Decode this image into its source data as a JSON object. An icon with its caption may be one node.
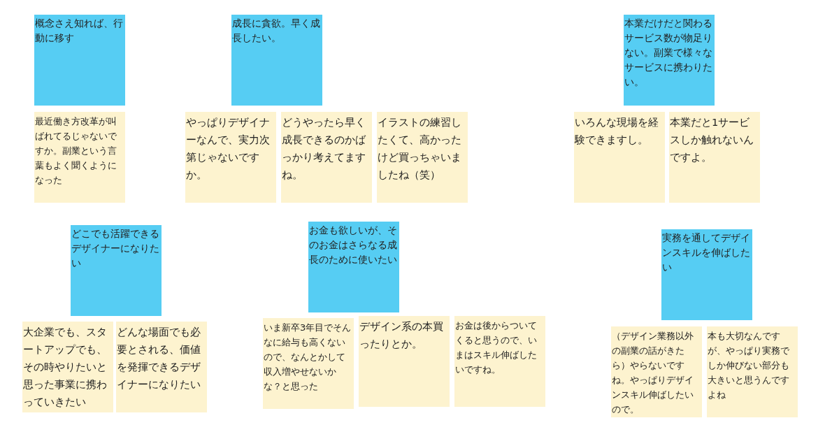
{
  "diagram": {
    "nodes": [
      {
        "text": [
          "概念さえ知れば、行動に移す"
        ]
      },
      {
        "text": [
          "最近働き方改革が叫ばれてるじゃないですか。副業という言葉もよく聞くようになった"
        ]
      },
      {
        "text": [
          "成長に貪欲。早く成長したい。"
        ]
      },
      {
        "text": [
          "やっぱりデザイナーなんで、実力次第じゃないですか。"
        ]
      },
      {
        "text": [
          "どうやったら早く成長できるのかばっかり考えてますね。"
        ]
      },
      {
        "text": [
          "イラストの練習したくて、高かったけど買っちゃいましたね（笑）"
        ]
      },
      {
        "text": [
          "本業だけだと関わるサービス数が物足りない。副業で様々なサービスに携わりたい。"
        ]
      },
      {
        "text": [
          "いろんな現場を経験できますし。"
        ]
      },
      {
        "text": [
          "本業だと1サービスしか触れないんですよ。"
        ]
      },
      {
        "text": [
          "どこでも活躍できるデザイナーになりたい"
        ]
      },
      {
        "text": [
          "大企業でも、スタートアップでも、その時やりたいと思った事業に携わっていきたい"
        ]
      },
      {
        "text": [
          "どんな場面でも必要とされる、価値を発揮できるデザイナーになりたい"
        ]
      },
      {
        "text": [
          "お金も欲しいが、そのお金はさらなる成長のために使いたい"
        ]
      },
      {
        "text": [
          "いま新卒3年目でそんなに給与も高くないので、なんとかして収入増やせないかな？と思った"
        ]
      },
      {
        "text": [
          "デザイン系の本買ったりとか。"
        ]
      },
      {
        "text": [
          "お金は後からついてくると思うので、いまはスキル伸ばしたいですね。"
        ]
      },
      {
        "text": [
          "実務を通してデザインスキルを伸ばしたい"
        ]
      },
      {
        "text": [
          "（デザイン業務以外の副業の話がきたら）やらないですね。やっぱりデザインスキル伸ばしたいので。"
        ]
      },
      {
        "text": [
          "本も大切なんですが、やっぱり実務でしか伸びない部分も大きいと思うんですよね"
        ]
      }
    ]
  }
}
